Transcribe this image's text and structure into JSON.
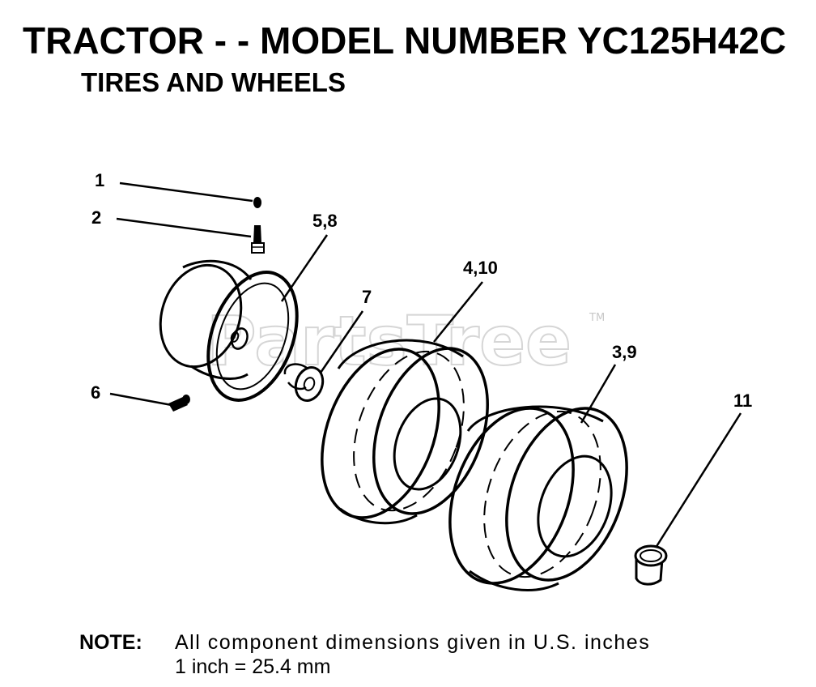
{
  "header": {
    "title": "TRACTOR - - MODEL NUMBER YC125H42C",
    "subtitle": "TIRES AND WHEELS"
  },
  "watermark": {
    "text": "PartsTree",
    "trademark": "TM"
  },
  "callouts": {
    "c1": "1",
    "c2": "2",
    "c5_8": "5,8",
    "c7": "7",
    "c4_10": "4,10",
    "c3_9": "3,9",
    "c6": "6",
    "c11": "11"
  },
  "note": {
    "label": "NOTE:",
    "line1": "All component dimensions given in U.S. inches",
    "line2": "1 inch = 25.4 mm"
  },
  "colors": {
    "ink": "#000000",
    "watermark": "#d6d6d6"
  }
}
